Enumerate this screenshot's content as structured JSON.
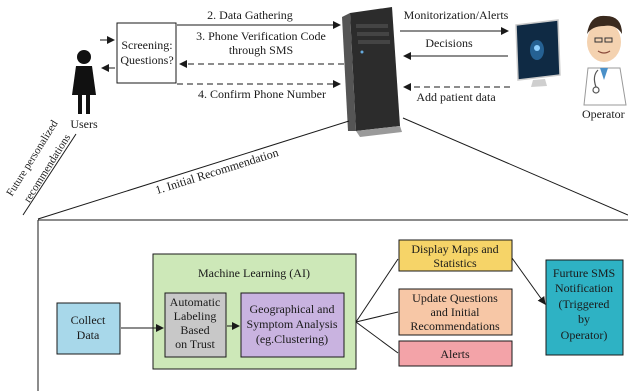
{
  "actors": {
    "users": "Users",
    "operator": "Operator"
  },
  "screening_box": {
    "line1": "Screening:",
    "line2": "Questions?"
  },
  "arrows": {
    "data_gathering": "2. Data Gathering",
    "phone_verification_line1": "3. Phone Verification Code",
    "phone_verification_line2": "through SMS",
    "confirm_phone": "4. Confirm Phone Number",
    "monitorization": "Monitorization/Alerts",
    "decisions": "Decisions",
    "add_patient": "Add patient data",
    "initial_recommendation": "1. Initial Recommendation",
    "future_line1": "Future personalized",
    "future_line2": "recommendations"
  },
  "ml": {
    "title": "Machine Learning (AI)",
    "collect": [
      "Collect",
      "Data"
    ],
    "labeling": [
      "Automatic",
      "Labeling",
      "Based",
      "on Trust"
    ],
    "analysis": [
      "Geographical and",
      "Symptom Analysis",
      "(eg.Clustering)"
    ]
  },
  "outputs": {
    "display_maps": [
      "Display Maps and",
      "Statistics"
    ],
    "update_questions": [
      "Update Questions",
      "and Initial",
      "Recommendations"
    ],
    "alerts": "Alerts",
    "sms": [
      "Furture SMS",
      "Notification",
      "(Triggered",
      "by",
      "Operator)"
    ]
  },
  "colors": {
    "collect": "#a8d8ea",
    "ml_panel": "#cde8b8",
    "labeling": "#c8c8c8",
    "analysis": "#c9b3e0",
    "display_maps": "#f6d468",
    "update_questions": "#f7c7a6",
    "alerts": "#f3a3a8",
    "sms": "#2eb2c4",
    "server": "#2c2c2c"
  }
}
